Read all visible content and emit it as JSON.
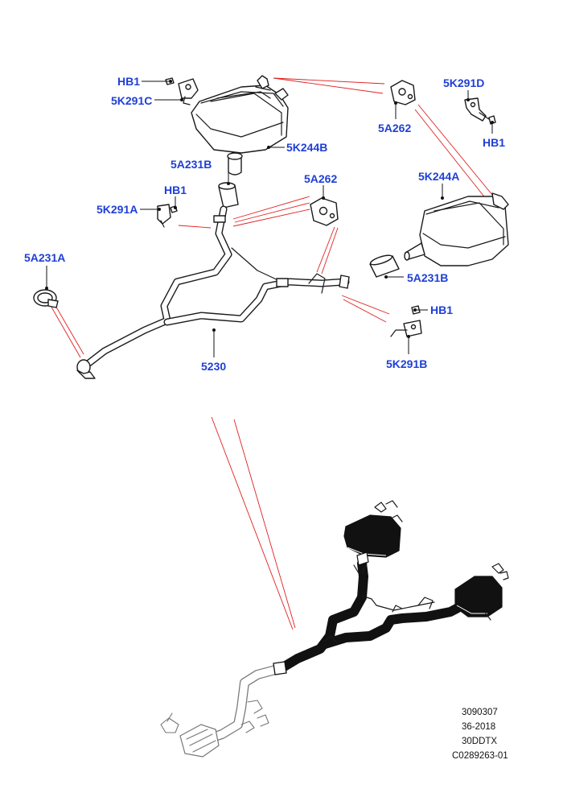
{
  "callouts": {
    "hb1_top_left": "HB1",
    "k291c": "5K291C",
    "k244b": "5K244B",
    "a231b_top": "5A231B",
    "hb1_mid_left": "HB1",
    "k291a": "5K291A",
    "a262_center": "5A262",
    "a262_top": "5A262",
    "k291d": "5K291D",
    "hb1_top_right": "HB1",
    "k244a": "5K244A",
    "a231a": "5A231A",
    "a231b_right": "5A231B",
    "hb1_mid_right": "HB1",
    "k291b": "5K291B",
    "pipe_5230": "5230"
  },
  "reference": {
    "line1": "3090307",
    "line2": "36-2018",
    "line3": "30DDTX",
    "line4": "C0289263-01"
  },
  "colors": {
    "callout_text": "#1f3fd6",
    "pointer_lines": "#e02020",
    "outline": "#1a1a1a"
  }
}
